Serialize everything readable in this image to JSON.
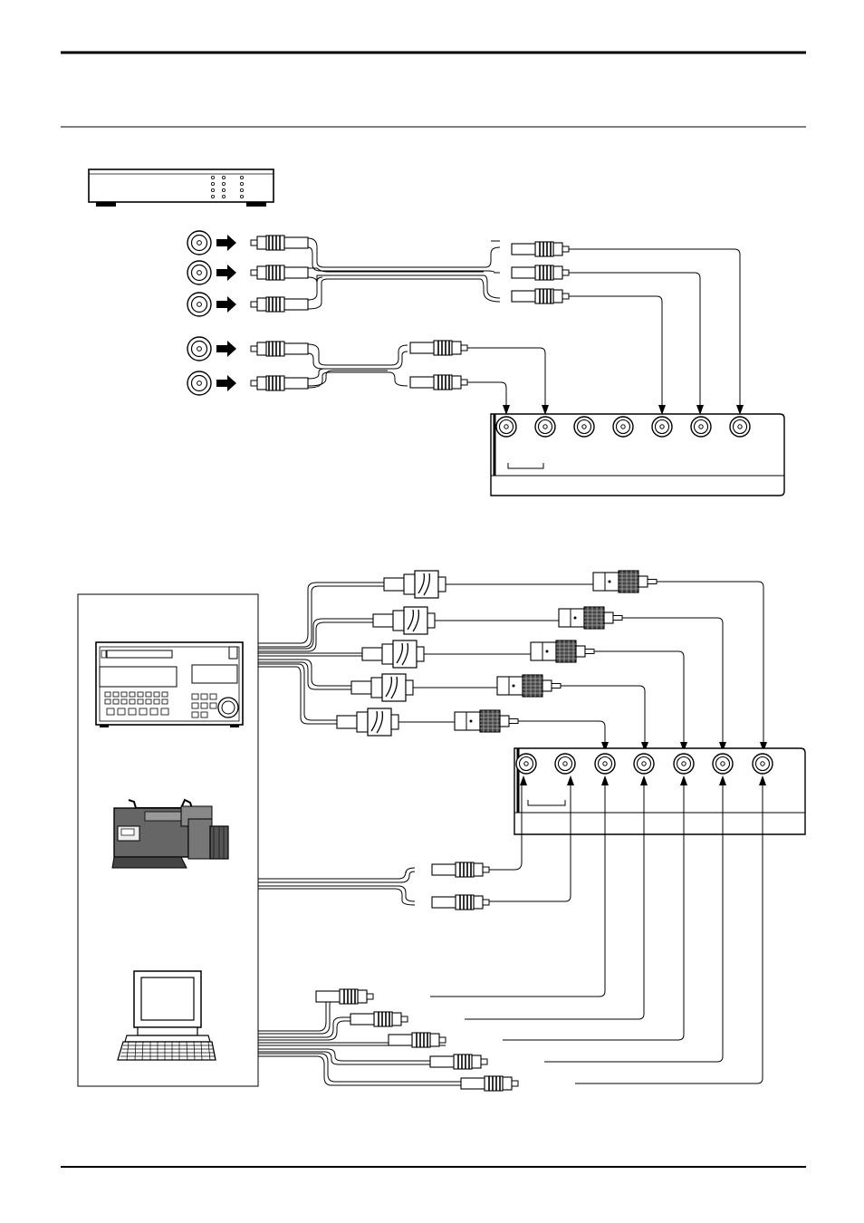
{
  "page": {
    "ink_color": "#000000",
    "paper_color": "#ffffff",
    "panel_fill": "#f2f2f2",
    "plug_stripe_color": "#222222"
  },
  "top_setup": {
    "source_output_jacks": 5,
    "connector_panel_jacks": 7,
    "connected_panel_jacks_from_group_a": [
      5,
      6,
      7
    ],
    "connected_panel_jacks_from_group_b": [
      1,
      2
    ]
  },
  "bottom_setup": {
    "source_devices": [
      "vtr-deck",
      "camcorder",
      "computer"
    ],
    "connector_panel_jacks": 7,
    "bnc_cables": 5,
    "camcorder_cables": 2,
    "computer_cables": 5
  },
  "icons": {
    "arrow": "arrow-right-icon",
    "jack": "rca-jack-icon",
    "rca_plug": "rca-plug-icon",
    "bnc_plug": "bnc-plug-icon",
    "adapter": "bnc-rca-adapter-icon"
  }
}
